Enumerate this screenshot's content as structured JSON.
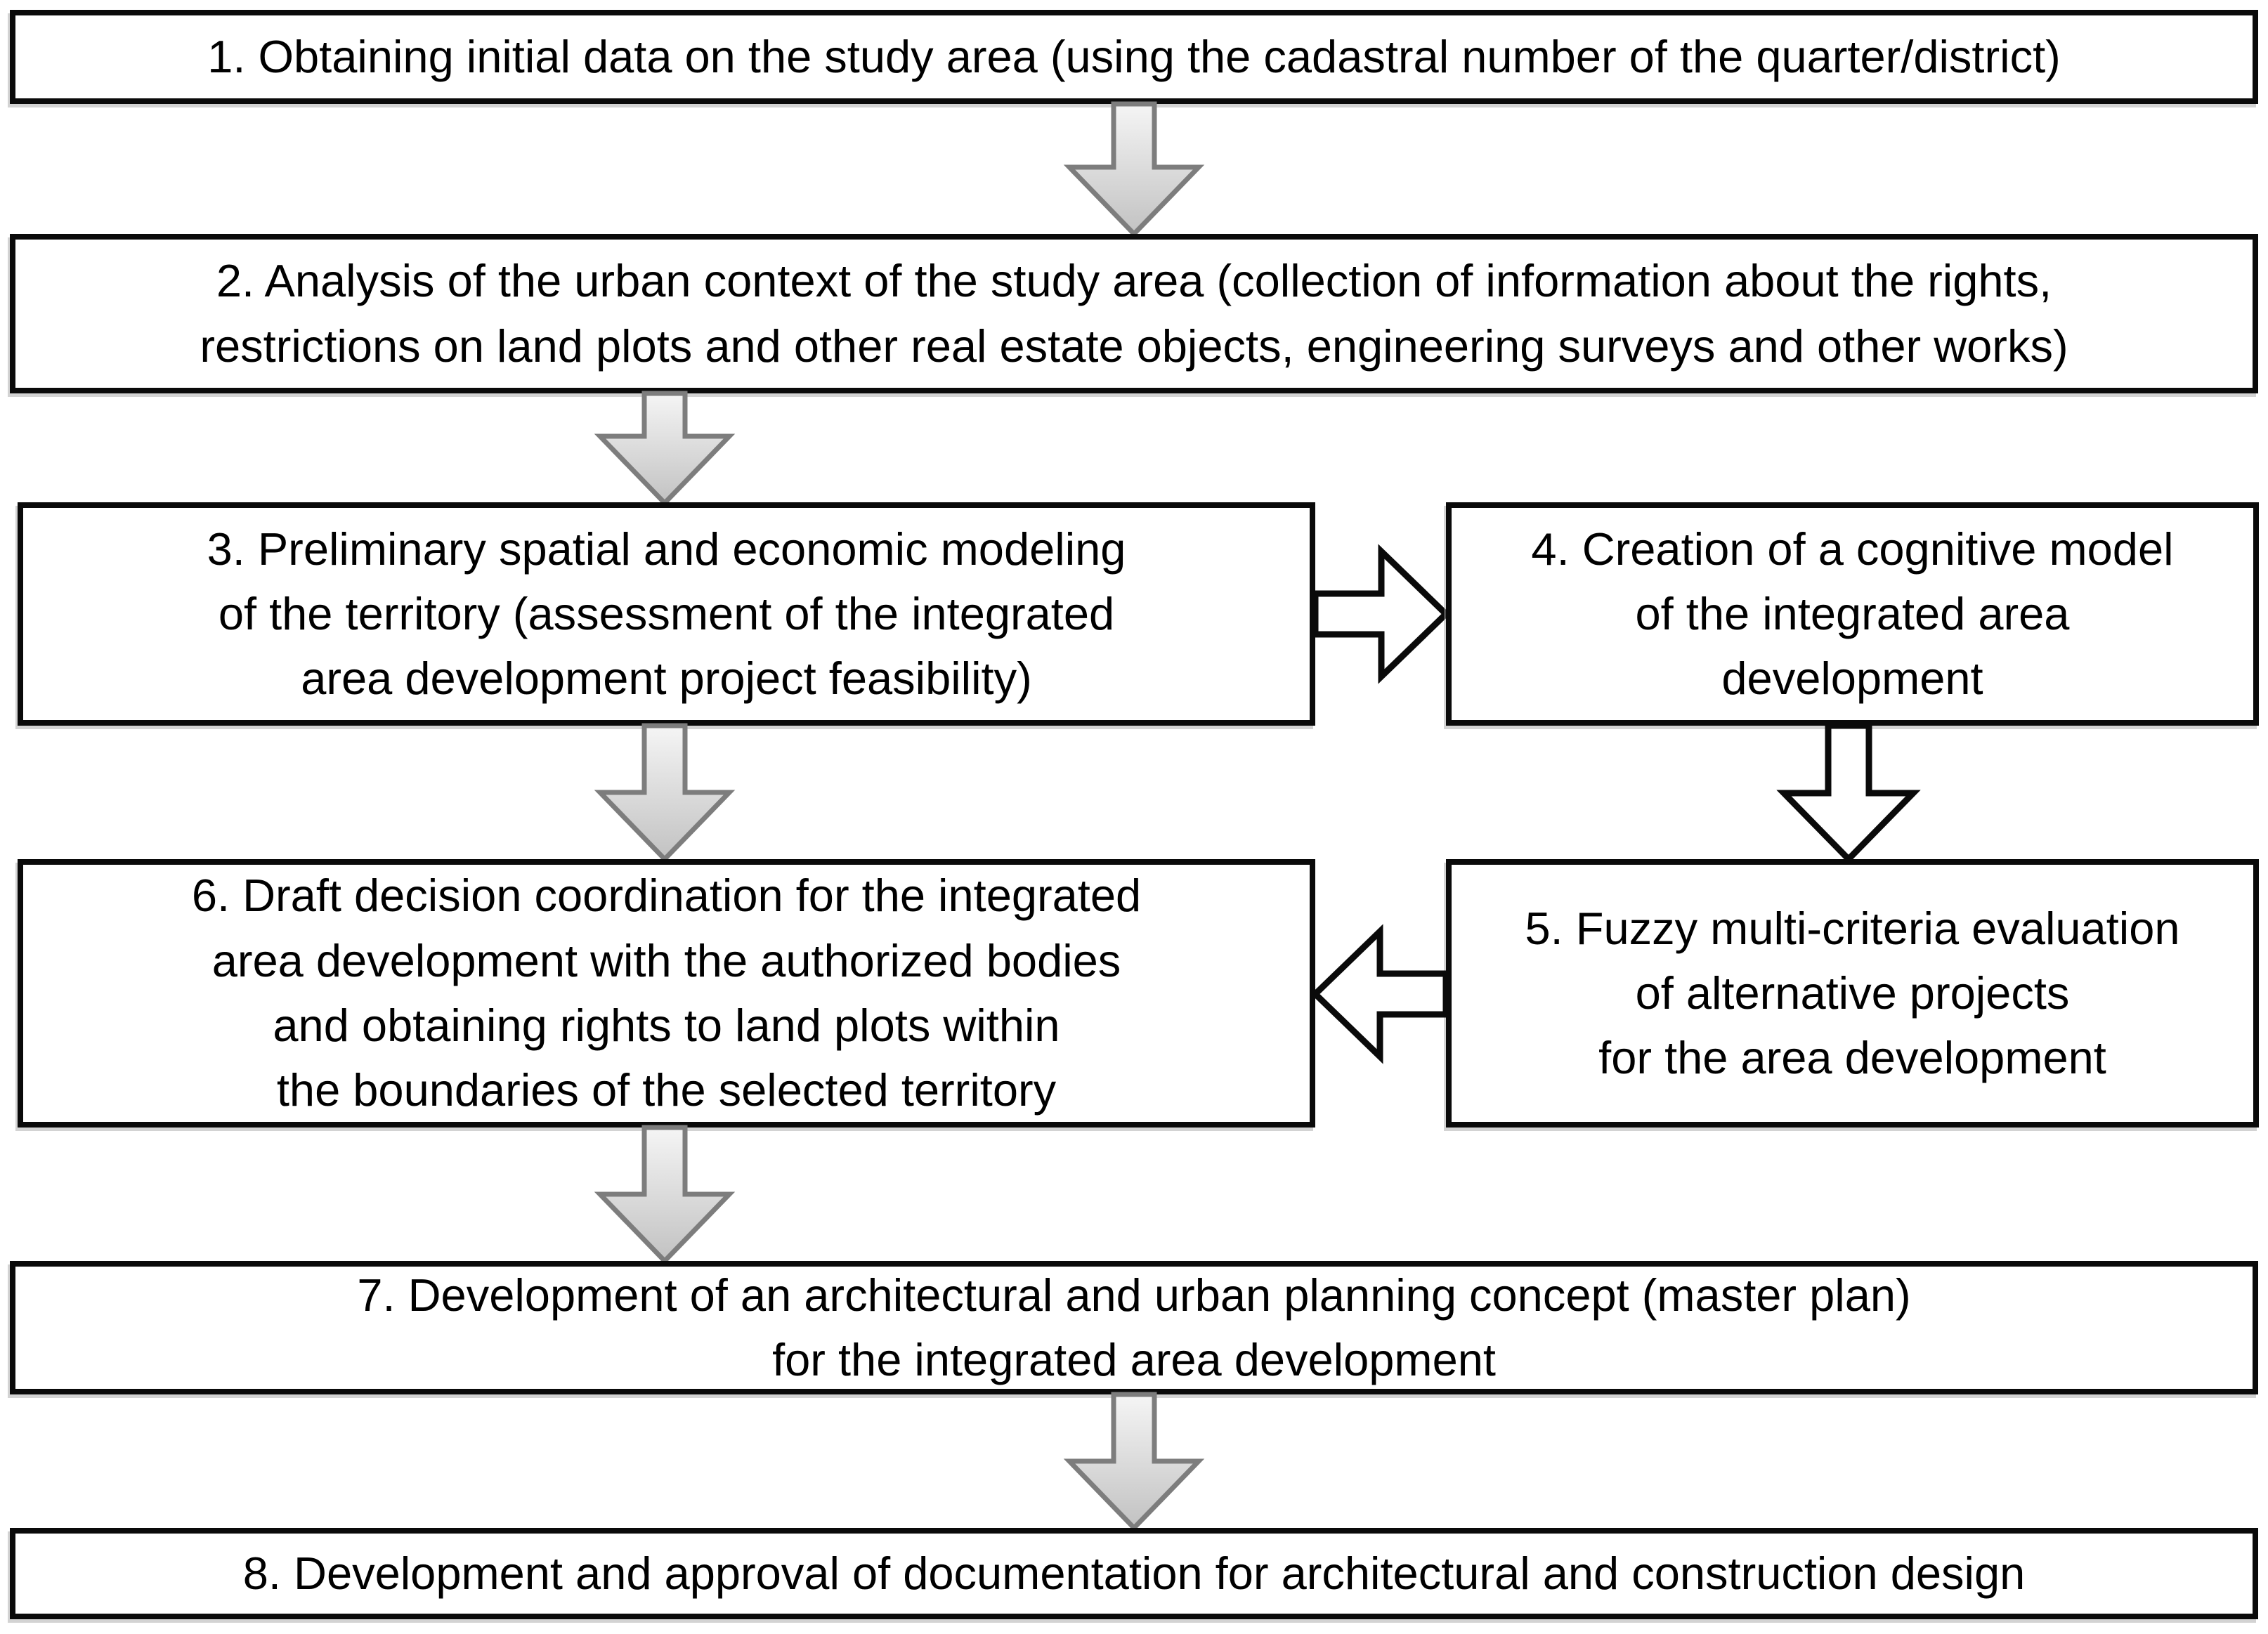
{
  "colors": {
    "background": "#ffffff",
    "box_fill": "#ffffff",
    "box_border": "#0a0a0a",
    "text": "#000000",
    "gray_arrow_fill_top": "#f5f5f5",
    "gray_arrow_fill_bottom": "#c2c2c2",
    "gray_arrow_outline": "#7d7d7d",
    "outline_arrow_fill": "#ffffff",
    "outline_arrow_stroke": "#0a0a0a"
  },
  "flowchart": {
    "steps": [
      {
        "id": "1",
        "text": "1. Obtaining initial data on the study area (using the cadastral number of the quarter/district)"
      },
      {
        "id": "2",
        "text": "2. Analysis of the urban context of the study area (collection of information about the rights,\nrestrictions on land plots and other real estate objects, engineering surveys and other works)"
      },
      {
        "id": "3",
        "text": "3. Preliminary spatial and economic modeling\nof the territory (assessment of the integrated\narea development project feasibility)"
      },
      {
        "id": "4",
        "text": "4. Creation of a cognitive model\nof the integrated area\ndevelopment"
      },
      {
        "id": "5",
        "text": "5. Fuzzy multi-criteria evaluation\nof alternative projects\nfor the area development"
      },
      {
        "id": "6",
        "text": "6. Draft decision coordination for the integrated\narea development with the authorized bodies\nand obtaining rights to land plots within\nthe boundaries of the selected territory"
      },
      {
        "id": "7",
        "text": "7. Development of an architectural and urban planning concept (master plan)\nfor the integrated area development"
      },
      {
        "id": "8",
        "text": "8. Development and approval of documentation for architectural and construction design"
      }
    ],
    "connections": [
      {
        "from": "1",
        "to": "2",
        "style": "solid-gray",
        "direction": "down"
      },
      {
        "from": "2",
        "to": "3",
        "style": "solid-gray",
        "direction": "down"
      },
      {
        "from": "3",
        "to": "4",
        "style": "outline",
        "direction": "right"
      },
      {
        "from": "4",
        "to": "5",
        "style": "outline",
        "direction": "down"
      },
      {
        "from": "5",
        "to": "6",
        "style": "outline",
        "direction": "left"
      },
      {
        "from": "3",
        "to": "6",
        "style": "solid-gray",
        "direction": "down"
      },
      {
        "from": "6",
        "to": "7",
        "style": "solid-gray",
        "direction": "down"
      },
      {
        "from": "7",
        "to": "8",
        "style": "solid-gray",
        "direction": "down"
      }
    ]
  }
}
